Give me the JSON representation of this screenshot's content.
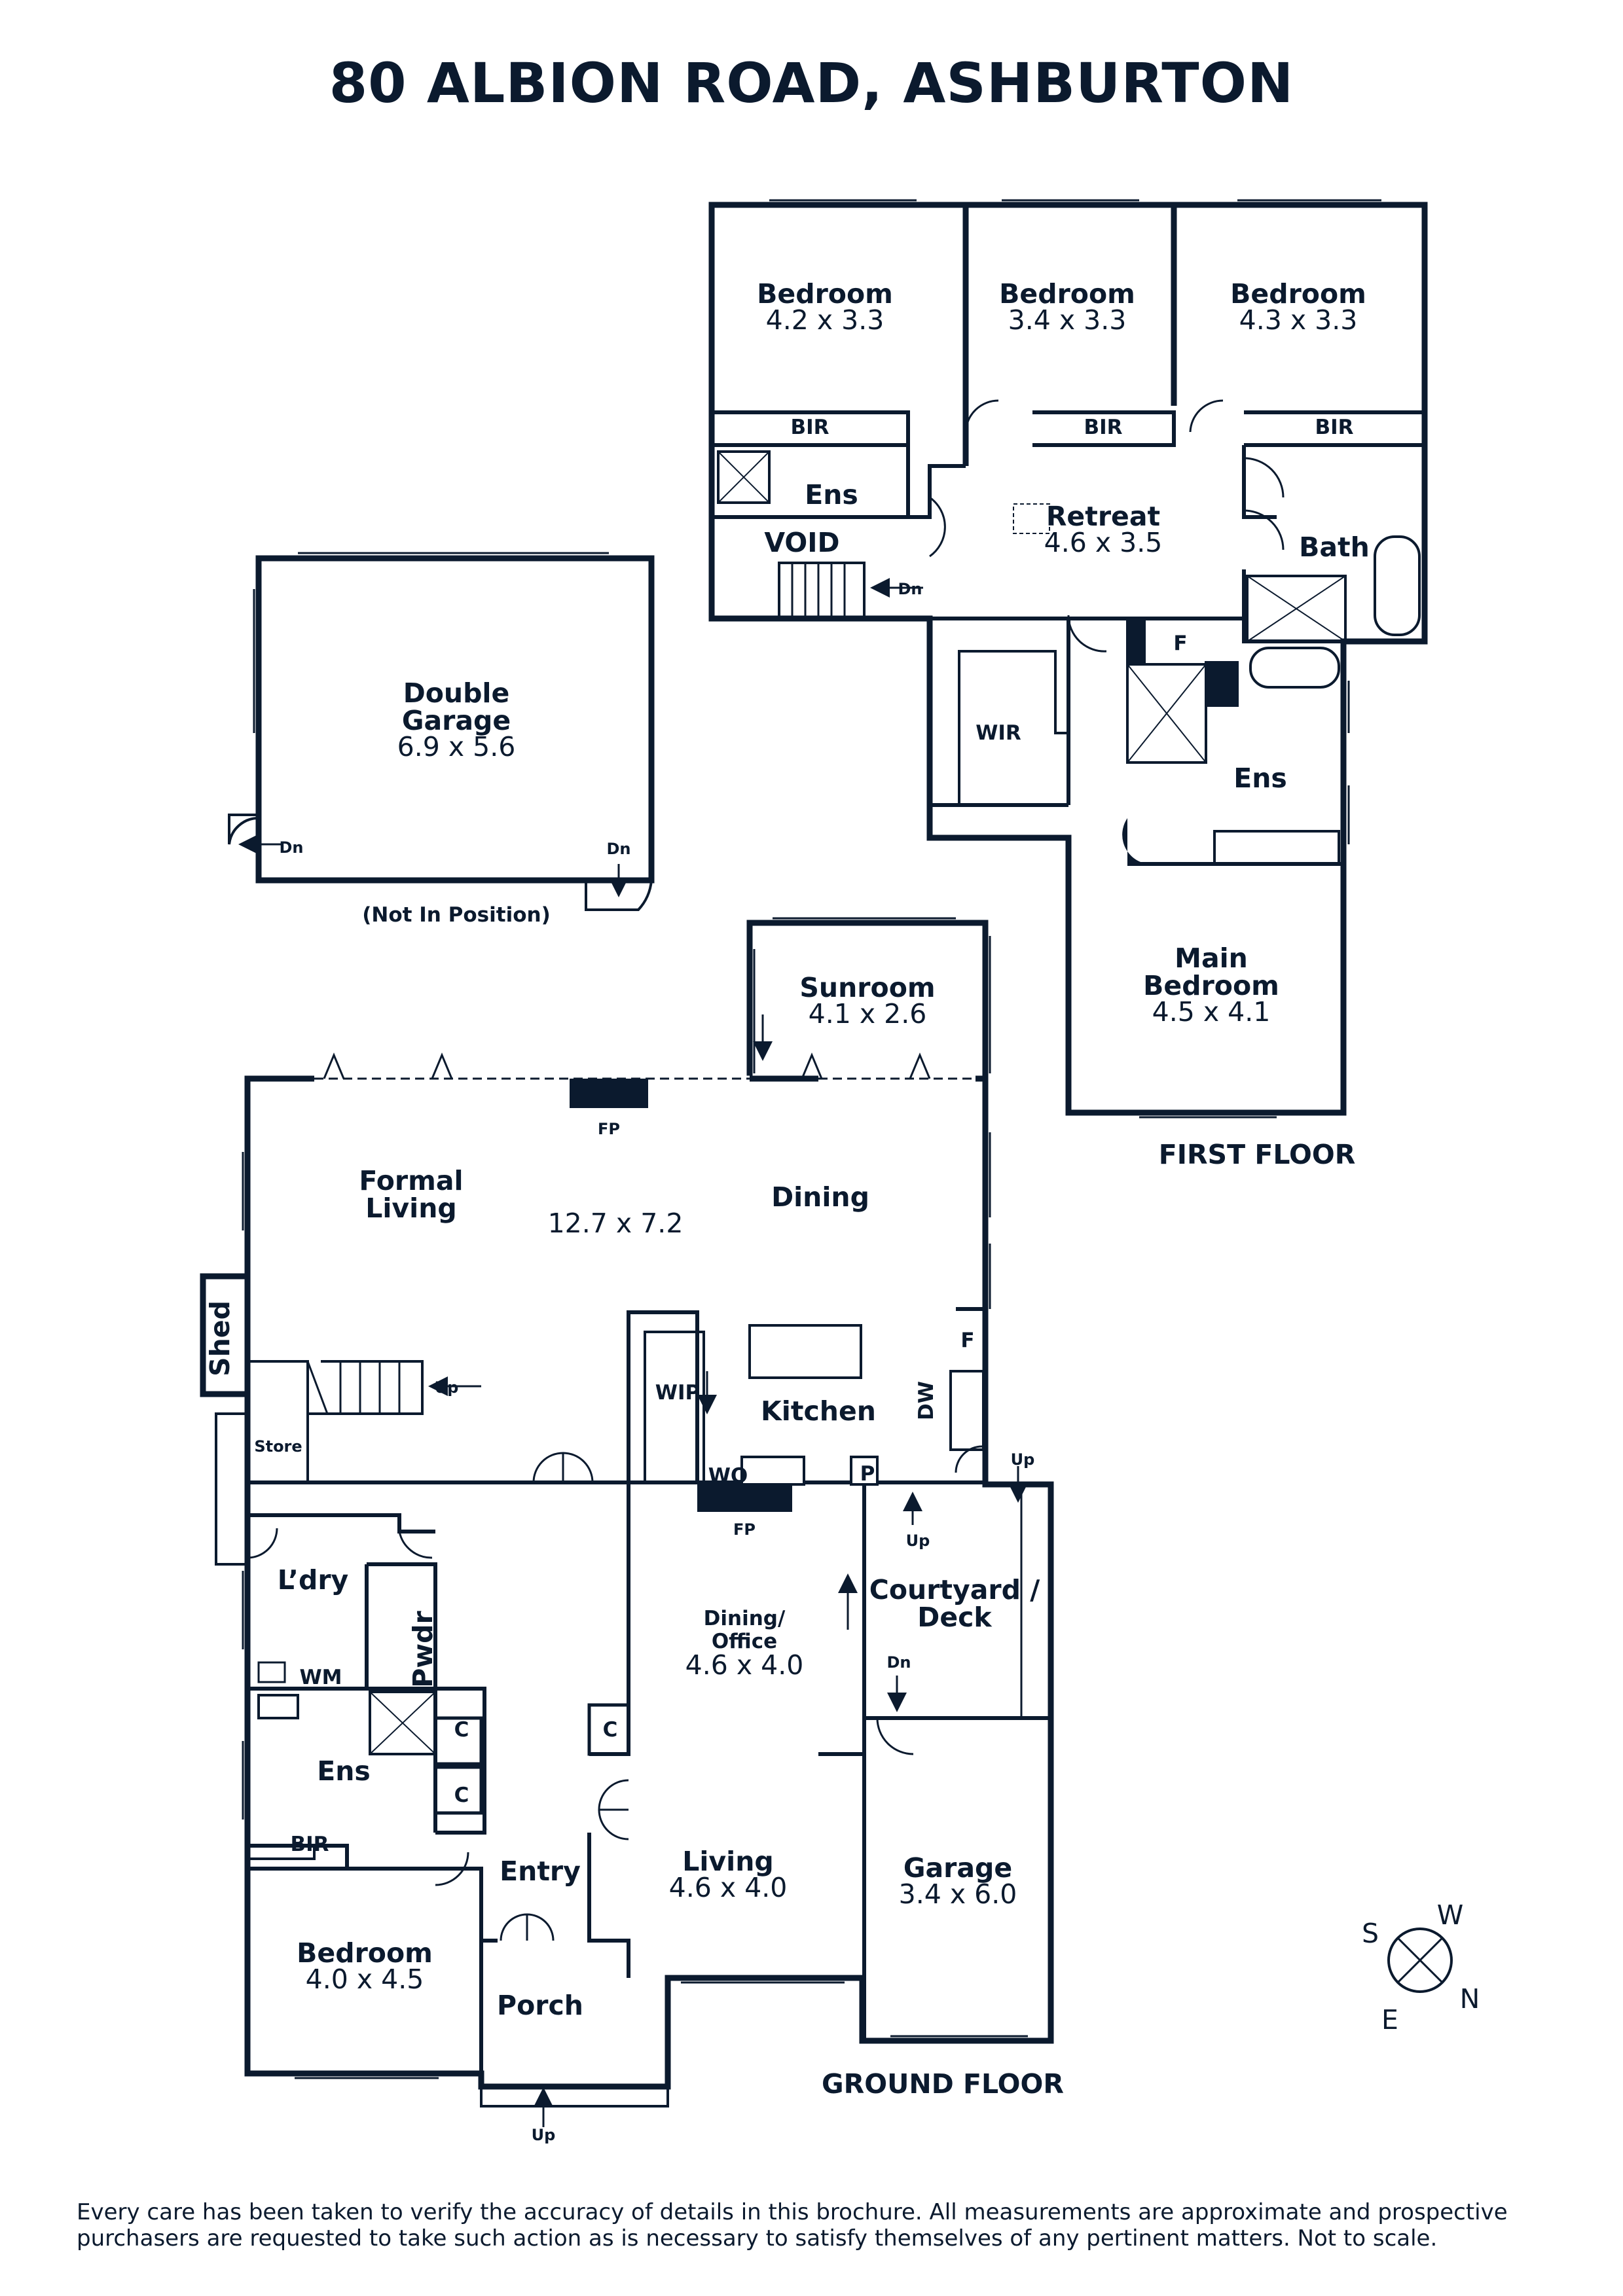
{
  "title": "80 ALBION ROAD, ASHBURTON",
  "disclaimer": {
    "line1": "Every care has been taken to verify the accuracy of details in this brochure. All measurements are approximate and prospective",
    "line2": "purchasers are requested to take such action as is necessary to satisfy themselves of any pertinent matters. Not to scale."
  },
  "floor_labels": {
    "first": "FIRST FLOOR",
    "ground": "GROUND FLOOR"
  },
  "rooms": {
    "bed1": {
      "name": "Bedroom",
      "dims": "4.2 x 3.3"
    },
    "bed2": {
      "name": "Bedroom",
      "dims": "3.4 x 3.3"
    },
    "bed3": {
      "name": "Bedroom",
      "dims": "4.3 x 3.3"
    },
    "retreat": {
      "name": "Retreat",
      "dims": "4.6 x 3.5"
    },
    "main_bed": {
      "name1": "Main",
      "name2": "Bedroom",
      "dims": "4.5 x 4.1"
    },
    "garage_double": {
      "name1": "Double",
      "name2": "Garage",
      "dims": "6.9 x 5.6",
      "note": "(Not In Position)"
    },
    "sunroom": {
      "name": "Sunroom",
      "dims": "4.1 x 2.6"
    },
    "formal_living": {
      "name1": "Formal",
      "name2": "Living",
      "dims": "12.7 x 7.2"
    },
    "dining": {
      "name": "Dining"
    },
    "kitchen": {
      "name": "Kitchen"
    },
    "dining_office": {
      "name1": "Dining/",
      "name2": "Office",
      "dims": "4.6 x 4.0"
    },
    "courtyard": {
      "name1": "Courtyard /",
      "name2": "Deck"
    },
    "living": {
      "name": "Living",
      "dims": "4.6 x 4.0"
    },
    "garage": {
      "name": "Garage",
      "dims": "3.4 x 6.0"
    },
    "bed_ground": {
      "name": "Bedroom",
      "dims": "4.0 x 4.5"
    },
    "entry": {
      "name": "Entry"
    },
    "porch": {
      "name": "Porch"
    },
    "laundry": {
      "name": "L’dry"
    },
    "ens_ground": {
      "name": "Ens"
    },
    "ens_first_small": {
      "name": "Ens"
    },
    "ens_first_main": {
      "name": "Ens"
    },
    "bath": {
      "name": "Bath"
    },
    "void": {
      "name": "VOID"
    },
    "wir": {
      "name": "WIR"
    },
    "shed": {
      "name": "Shed"
    },
    "store": {
      "name": "Store"
    },
    "pwdr": {
      "name": "Pwdr"
    },
    "wip": {
      "name": "WIP"
    }
  },
  "small_labels": {
    "bir": "BIR",
    "wm": "WM",
    "fp": "FP",
    "f": "F",
    "wo": "WO",
    "p": "P",
    "dw": "DW",
    "c": "C",
    "up": "Up",
    "dn": "Dn"
  },
  "compass": {
    "w": "W",
    "s": "S",
    "n": "N",
    "e": "E"
  }
}
